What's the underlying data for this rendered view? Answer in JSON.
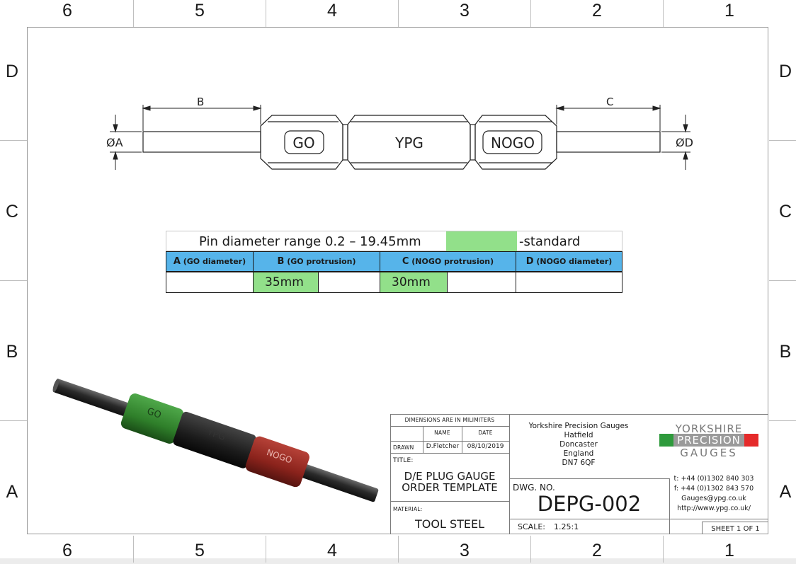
{
  "zones": {
    "columns": [
      "6",
      "5",
      "4",
      "3",
      "2",
      "1"
    ],
    "rows": [
      "D",
      "C",
      "B",
      "A"
    ]
  },
  "drawing": {
    "labels": {
      "dim_b": "B",
      "dim_c": "C",
      "dia_a": "ØA",
      "dia_d": "ØD",
      "go": "GO",
      "ypg": "YPG",
      "nogo": "NOGO"
    }
  },
  "spec_table": {
    "range_text": "Pin diameter range 0.2 – 19.45mm",
    "standard_text": "-standard",
    "headers": [
      {
        "key": "A",
        "label": " (GO diameter)"
      },
      {
        "key": "B",
        "label": " (GO protrusion)"
      },
      {
        "key": "C",
        "label": " (NOGO protrusion)"
      },
      {
        "key": "D",
        "label": " (NOGO diameter)"
      }
    ],
    "values": [
      "",
      "35mm",
      "",
      "30mm",
      "",
      ""
    ]
  },
  "render": {
    "labels": {
      "go": "GO",
      "ypg": "YPG",
      "nogo": "NOGO"
    },
    "colors": {
      "go": "#2f7f2a",
      "ypg": "#1c1c1c",
      "nogo": "#8b231c",
      "pin": "#3b3b3b"
    }
  },
  "title_block": {
    "dimensions_note": "DIMENSIONS ARE IN MILIMITERS",
    "name_header": "NAME",
    "date_header": "DATE",
    "drawn_label": "DRAWN",
    "drawn_name": "D.Fletcher",
    "drawn_date": "08/10/2019",
    "title_label": "TITLE:",
    "title_line1": "D/E PLUG GAUGE",
    "title_line2": "ORDER TEMPLATE",
    "material_label": "MATERIAL:",
    "material": "TOOL STEEL",
    "company_lines": [
      "Yorkshire Precision Gauges",
      "Hatfield",
      "Doncaster",
      "England",
      "DN7 6QF"
    ],
    "dwg_label": "DWG. NO.",
    "dwg_number": "DEPG-002",
    "scale_label": "SCALE:",
    "scale": "1.25:1",
    "sheet": "SHEET 1 OF 1",
    "logo": {
      "line1": "YORKSHIRE",
      "line2": "PRECISION",
      "line3": "GAUGES",
      "colors": {
        "green": "#2e9a3c",
        "white": "#ffffff",
        "red": "#e52a2a",
        "text": "#7a7a7a"
      }
    },
    "contact": [
      "t: +44 (0)1302  840 303",
      "f: +44 (0)1302 843 570",
      "Gauges@ypg.co.uk",
      "http://www.ypg.co.uk/"
    ]
  }
}
